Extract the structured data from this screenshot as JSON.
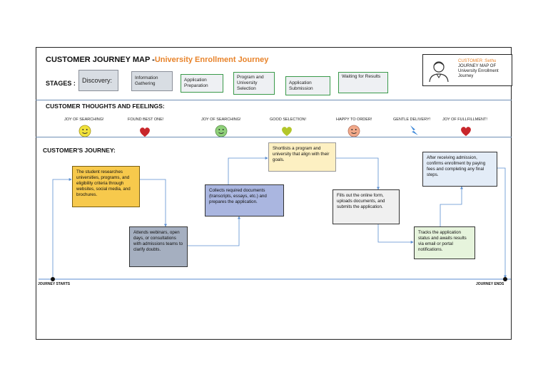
{
  "header": {
    "title_prefix": "CUSTOMER JOURNEY MAP -",
    "title_highlight": "University Enrollment Journey",
    "stages_label": "STAGES :"
  },
  "stages": [
    {
      "label": "Discovery:"
    },
    {
      "label": "Information Gathering"
    },
    {
      "label": "Application Preparation"
    },
    {
      "label": "Program and University Selection"
    },
    {
      "label": "Application Submission"
    },
    {
      "label": "Waiting for Results"
    }
  ],
  "persona": {
    "name": "CUSTOMER :Sethu",
    "description": "JOURNEY MAP OF University Enrollment Journey"
  },
  "feelings": {
    "section_title": "CUSTOMER THOUGHTS AND FEELINGS:",
    "items": [
      {
        "label": "JOY OF SEARCHING!",
        "icon": "smiley-yellow-icon",
        "color": "#f2e23a"
      },
      {
        "label": "FOUND BEST ONE!",
        "icon": "heart-icon",
        "color": "#c8262b"
      },
      {
        "label": "JOY OF SEARCHING!",
        "icon": "smiley-green-icon",
        "color": "#8fd07a"
      },
      {
        "label": "GOOD SELECTION!",
        "icon": "heart-icon",
        "color": "#b3c62a"
      },
      {
        "label": "HAPPY TO ORDER!",
        "icon": "smiley-orange-icon",
        "color": "#f2a98a"
      },
      {
        "label": "GENTLE DELIVERY!",
        "icon": "lightning-icon",
        "color": "#3a86d8"
      },
      {
        "label": "JOY OF FULLFILLMENT!",
        "icon": "heart-icon",
        "color": "#c8262b"
      }
    ]
  },
  "journey": {
    "section_title": "CUSTOMER'S JOURNEY:",
    "start_label": "JOURNEY  STARTS",
    "end_label": "JOURNEY ENDS",
    "steps": [
      {
        "text": "The student researches universities, programs, and eligibility criteria through websites, social media, and brochures.",
        "color": "#f7c94c"
      },
      {
        "text": "Attends webinars, open days, or consultations with admissions teams to clarify doubts.",
        "color": "#a5afc0"
      },
      {
        "text": "Collects required documents (transcripts, essays, etc.) and prepares the application.",
        "color": "#aab6e0"
      },
      {
        "text": "Shortlists a program and university that align with their goals.",
        "color": "#fdf0c2"
      },
      {
        "text": "Fills out the online form, uploads documents, and submits the application.",
        "color": "#f0f0f0"
      },
      {
        "text": "Tracks the application status and awaits results via email or portal notifications.",
        "color": "#e6f4dc"
      },
      {
        "text": "After receiving admission, confirms enrollment by paying fees and completing any final steps.",
        "color": "#e3ecf7"
      }
    ]
  }
}
